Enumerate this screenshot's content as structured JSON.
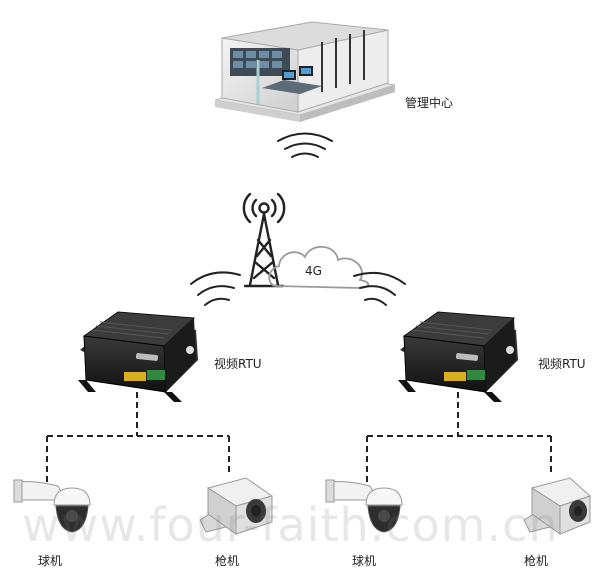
{
  "nodes": {
    "center": {
      "label": "管理中心"
    },
    "network": {
      "label": "4G"
    },
    "rtu_left": {
      "label": "视频RTU"
    },
    "rtu_right": {
      "label": "视频RTU"
    },
    "cam_dome_left": {
      "label": "球机"
    },
    "cam_bullet_left": {
      "label": "枪机"
    },
    "cam_dome_right": {
      "label": "球机"
    },
    "cam_bullet_right": {
      "label": "枪机"
    }
  },
  "watermark": "www.four-faith.com.cn",
  "colors": {
    "line": "#222222",
    "cloud": "#9a9a9a",
    "device": "#1c1c1c",
    "accent": "#2f8a3e"
  }
}
